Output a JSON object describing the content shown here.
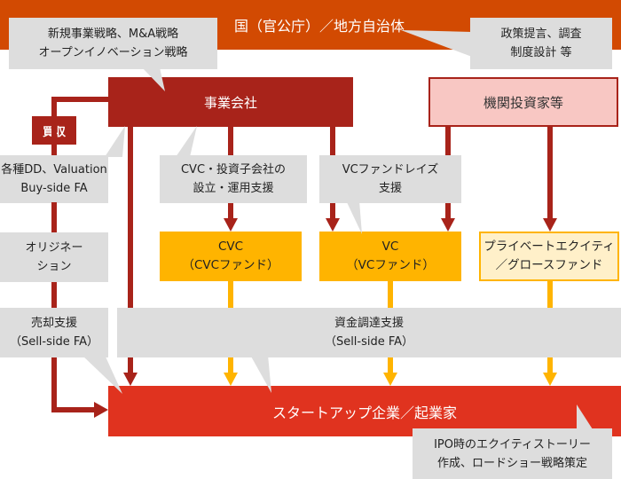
{
  "colors": {
    "government": "#D24A02",
    "corporate": "#A8231A",
    "investor_fill": "#F8C7C3",
    "fund": "#FFB400",
    "pe_fill": "#FFF0C9",
    "startup": "#E0331F",
    "callout": "#DDDDDD"
  },
  "government": {
    "label": "国（官公庁）／地方自治体"
  },
  "callouts": {
    "corp_strategy": {
      "line1": "新規事業戦略、M&A戦略",
      "line2": "オープンイノベーション戦略"
    },
    "policy": {
      "line1": "政策提言、調査",
      "line2": "制度設計 等"
    },
    "dd": {
      "line1": "各種DD、Valuation",
      "line2": "Buy-side FA"
    },
    "cvc_setup": {
      "line1": "CVC・投資子会社の",
      "line2": "設立・運用支援"
    },
    "vc_raise": {
      "line1": "VCファンドレイズ",
      "line2": "支援"
    },
    "origination": {
      "line1": "オリジネー",
      "line2": "ション"
    },
    "sell_support": {
      "line1": "売却支援",
      "line2": "（Sell-side FA）"
    },
    "fundraise_support": {
      "line1": "資金調達支援",
      "line2": "（Sell-side FA）"
    },
    "ipo": {
      "line1": "IPO時のエクイティストーリー",
      "line2": "作成、ロードショー戦略策定"
    }
  },
  "nodes": {
    "corporate": {
      "label": "事業会社"
    },
    "investors": {
      "label": "機関投資家等"
    },
    "acquisition_tag": {
      "label": "買収"
    },
    "cvc": {
      "line1": "CVC",
      "line2": "（CVCファンド）"
    },
    "vc": {
      "line1": "VC",
      "line2": "（VCファンド）"
    },
    "pe": {
      "line1": "プライベートエクイティ",
      "line2": "／グロースファンド"
    },
    "startup": {
      "label": "スタートアップ企業／起業家"
    }
  }
}
